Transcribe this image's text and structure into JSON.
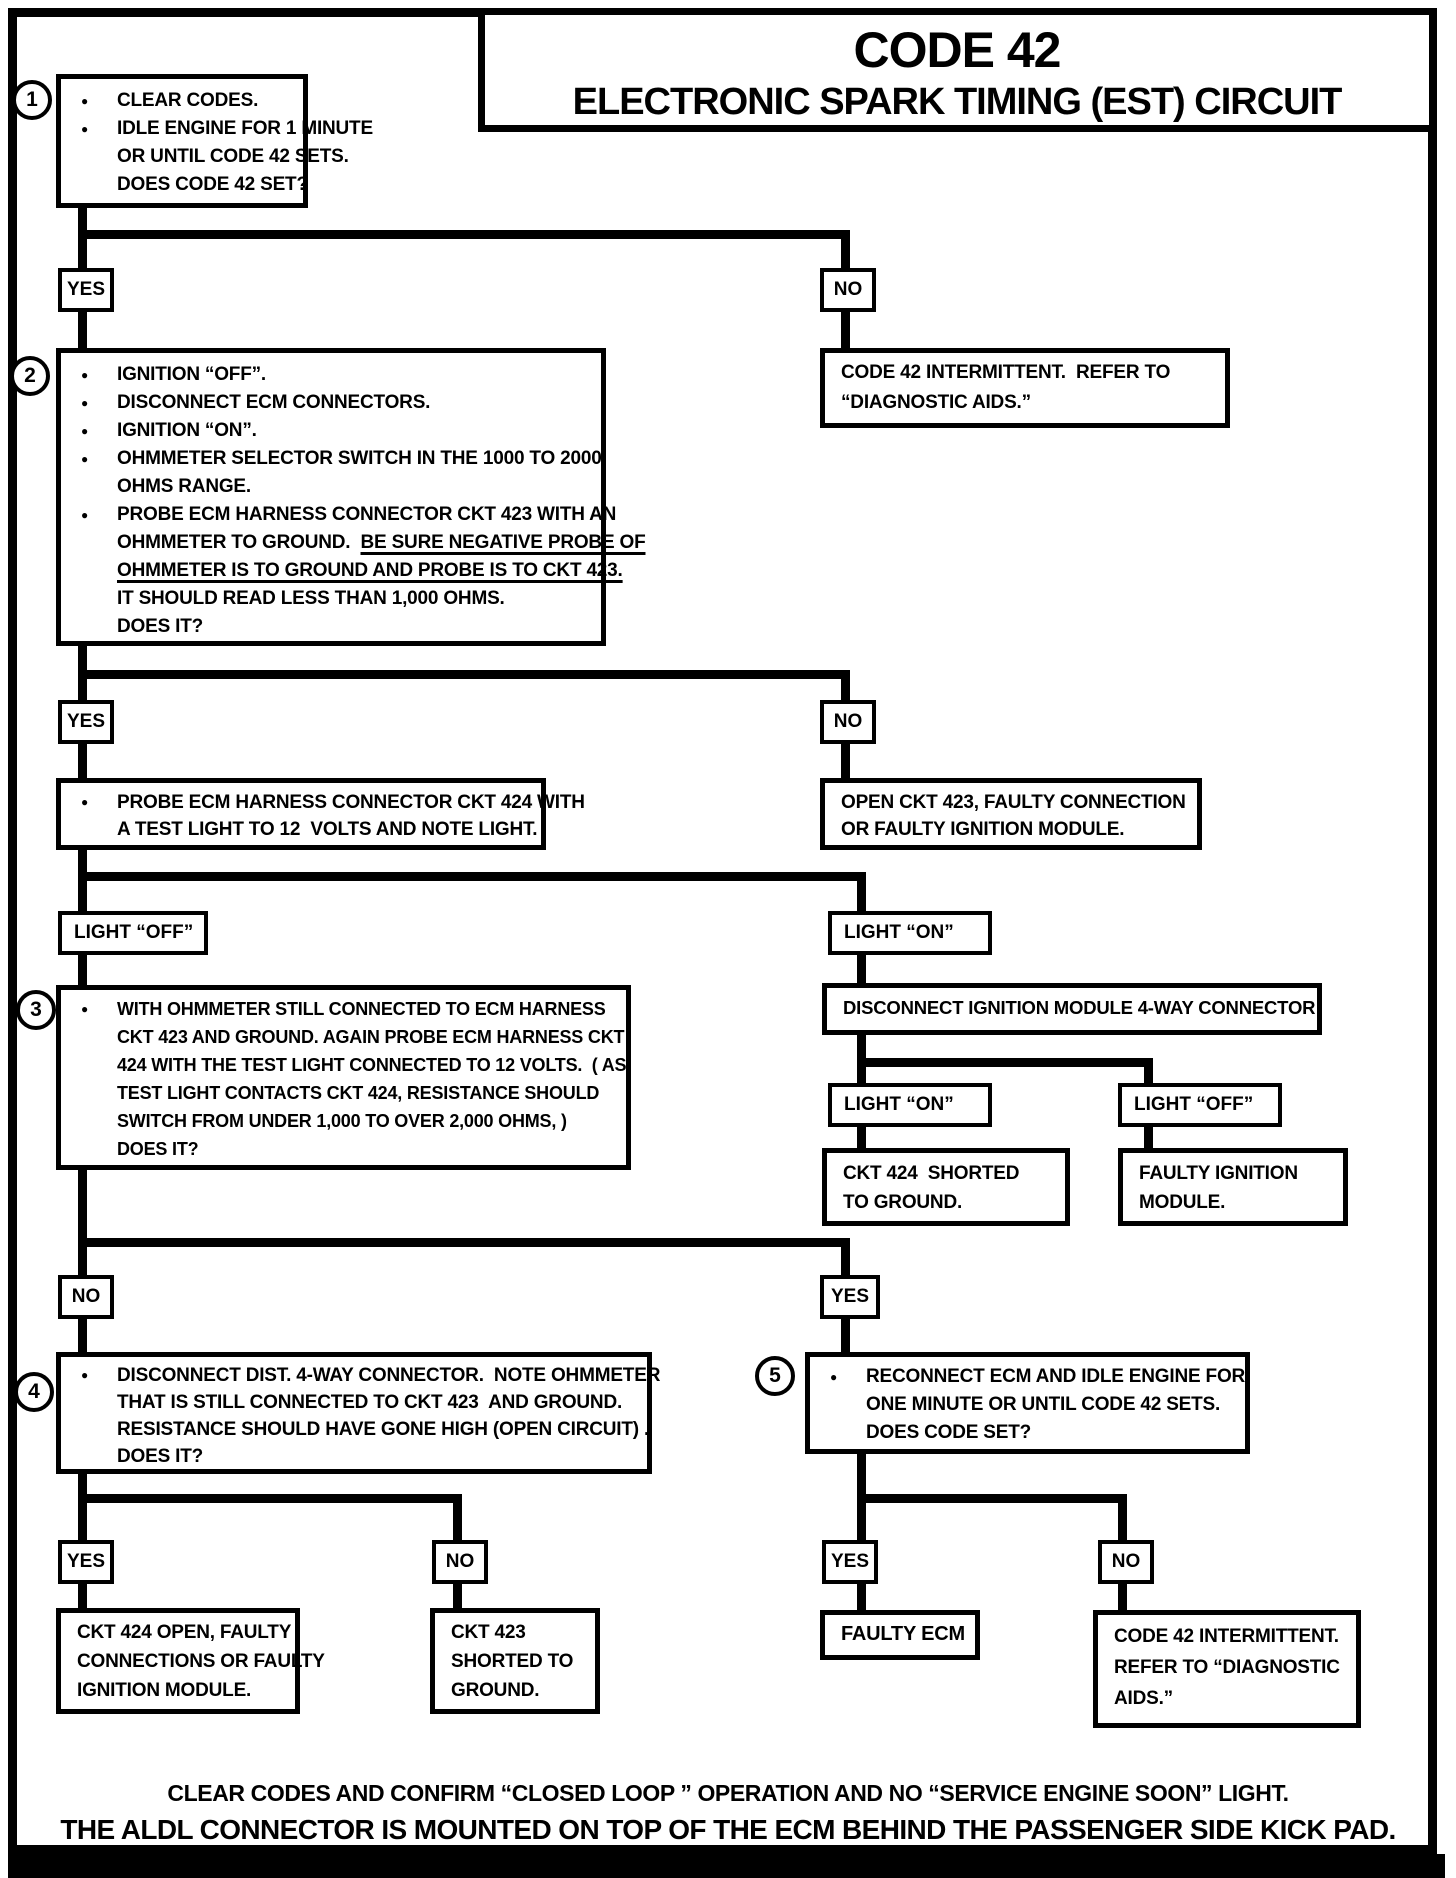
{
  "page": {
    "title_line1": "CODE 42",
    "title_line2": "ELECTRONIC SPARK TIMING (EST) CIRCUIT",
    "footer_line1": "CLEAR CODES AND CONFIRM “CLOSED LOOP ” OPERATION AND NO “SERVICE ENGINE SOON” LIGHT.",
    "footer_line2": "THE ALDL CONNECTOR IS MOUNTED ON TOP OF THE ECM BEHIND THE PASSENGER SIDE KICK PAD."
  },
  "labels": {
    "bullet": "●",
    "yes": "YES",
    "no": "NO",
    "light_on": "LIGHT “ON”",
    "light_off": "LIGHT “OFF”"
  },
  "steps": {
    "s1": {
      "num": "1",
      "l1": "CLEAR CODES.",
      "l2": "IDLE ENGINE FOR 1 MINUTE",
      "l3": "OR UNTIL CODE 42 SETS.",
      "l4": "DOES CODE 42 SET?"
    },
    "s2": {
      "num": "2",
      "l1": "IGNITION “OFF”.",
      "l2": "DISCONNECT ECM CONNECTORS.",
      "l3": "IGNITION “ON”.",
      "l4": "OHMMETER SELECTOR SWITCH IN THE 1000 TO 2000",
      "l5": "OHMS RANGE.",
      "l6": "PROBE ECM HARNESS CONNECTOR CKT 423 WITH AN",
      "l7a": "OHMMETER TO GROUND.  ",
      "l7b": "BE SURE NEGATIVE PROBE OF",
      "l8": "OHMMETER IS TO GROUND AND PROBE IS TO CKT 423.",
      "l9": "IT SHOULD READ LESS THAN 1,000 OHMS.",
      "l10": "DOES IT?"
    },
    "s3": {
      "num": "3",
      "l1": "WITH OHMMETER STILL CONNECTED TO ECM HARNESS",
      "l2": "CKT 423 AND GROUND. AGAIN PROBE ECM HARNESS CKT",
      "l3": "424 WITH THE TEST LIGHT CONNECTED TO 12 VOLTS.  ( AS",
      "l4": "TEST LIGHT CONTACTS CKT 424, RESISTANCE SHOULD",
      "l5": "SWITCH FROM UNDER 1,000 TO OVER 2,000 OHMS, )",
      "l6": "DOES IT?"
    },
    "s4": {
      "num": "4",
      "l1": "DISCONNECT DIST. 4-WAY CONNECTOR.  NOTE OHMMETER",
      "l2": "THAT IS STILL CONNECTED TO CKT 423  AND GROUND.",
      "l3": "RESISTANCE SHOULD HAVE GONE HIGH (OPEN CIRCUIT) .",
      "l4": "DOES IT?"
    },
    "s5": {
      "num": "5",
      "l1": "RECONNECT ECM AND IDLE ENGINE FOR",
      "l2": "ONE MINUTE OR UNTIL CODE 42 SETS.",
      "l3": "DOES CODE SET?"
    }
  },
  "boxes": {
    "intermittent1": {
      "l1": "CODE 42 INTERMITTENT.  REFER TO",
      "l2": "“DIAGNOSTIC AIDS.”"
    },
    "probe424": {
      "l1": "PROBE ECM HARNESS CONNECTOR CKT 424 WITH",
      "l2": "A TEST LIGHT TO 12  VOLTS AND NOTE LIGHT."
    },
    "open423": {
      "l1": "OPEN CKT 423, FAULTY CONNECTION",
      "l2": "OR FAULTY IGNITION MODULE."
    },
    "disconnect_module": {
      "l1": "DISCONNECT IGNITION MODULE 4-WAY CONNECTOR"
    },
    "ckt424_shorted": {
      "l1": "CKT 424  SHORTED",
      "l2": "TO GROUND."
    },
    "faulty_ignition": {
      "l1": "FAULTY IGNITION",
      "l2": "MODULE."
    },
    "ckt424_open": {
      "l1": "CKT 424 OPEN, FAULTY",
      "l2": "CONNECTIONS OR FAULTY",
      "l3": "IGNITION MODULE."
    },
    "ckt423_shorted": {
      "l1": "CKT 423",
      "l2": "SHORTED TO",
      "l3": "GROUND."
    },
    "faulty_ecm": {
      "l1": "FAULTY ECM"
    },
    "intermittent2": {
      "l1": "CODE 42 INTERMITTENT.",
      "l2": "REFER TO “DIAGNOSTIC",
      "l3": "AIDS.”"
    }
  }
}
